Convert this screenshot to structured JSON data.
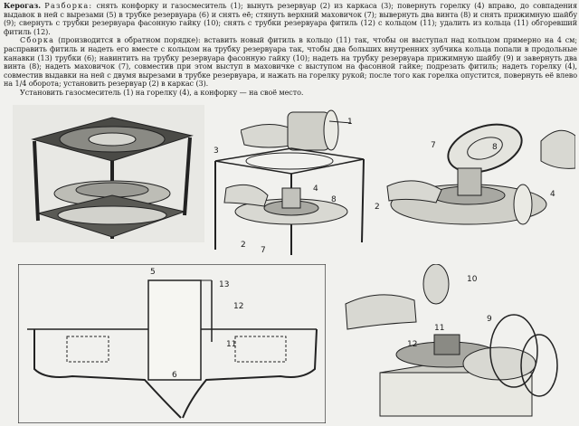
{
  "text": {
    "title": "Керогаз.",
    "razborka_word": "Разборка:",
    "razborka_text": "снять конфорку и газосмеситель (1); вынуть резервуар (2) из каркаса (3); повернуть горелку (4) вправо, до совпадения выдавок в ней с вырезами (5) в трубке резервуара (6) и снять её; стянуть верхний маховичок (7); вывернуть два винта (8) и снять прижимную шайбу (9); свернуть с трубки резервуара фасонную гайку (10); снять с трубки резервуара фитиль (12) с кольцом (11); удалить из кольца (11) обгоревший фитиль (12).",
    "sborka_word": "Сборка",
    "sborka_text": "(производится в обратном порядке): вставить новый фитиль в кольцо (11) так, чтобы он выступал над кольцом примерно на 4 см; расправить фитиль и надеть его вместе с кольцом на трубку резервуара так, чтобы два больших внутренних зубчика кольца попали в продольные канавки (13) трубки (6); навинтить на трубку резервуара фасонную гайку (10); надеть на трубку резервуара прижимную шайбу (9) и завернуть два винта (8); надеть маховичок (7), совместив при этом выступ в маховичке с выступом на фасонной гайке; подрезать фитиль; надеть горелку (4), совместив выдавки на ней с двумя вырезами в трубке резервуара, и нажать на горелку рукой; после того как горелка опустится, повернуть её влево на",
    "fraction": "1/4",
    "sborka_tail": "оборота; установить резервуар (2) в каркас (3).",
    "final_line": "Установить газосмеситель (1) на горелку (4), а конфорку — на своё место."
  },
  "labels": {
    "fig2": [
      "1"
    ],
    "fig3": [
      "3",
      "4",
      "8",
      "2",
      "7"
    ],
    "fig4": [
      "7",
      "8",
      "4",
      "2"
    ],
    "fig5": [
      "5",
      "13",
      "12",
      "11",
      "6"
    ],
    "fig6": [
      "10",
      "11",
      "9",
      "12"
    ]
  }
}
